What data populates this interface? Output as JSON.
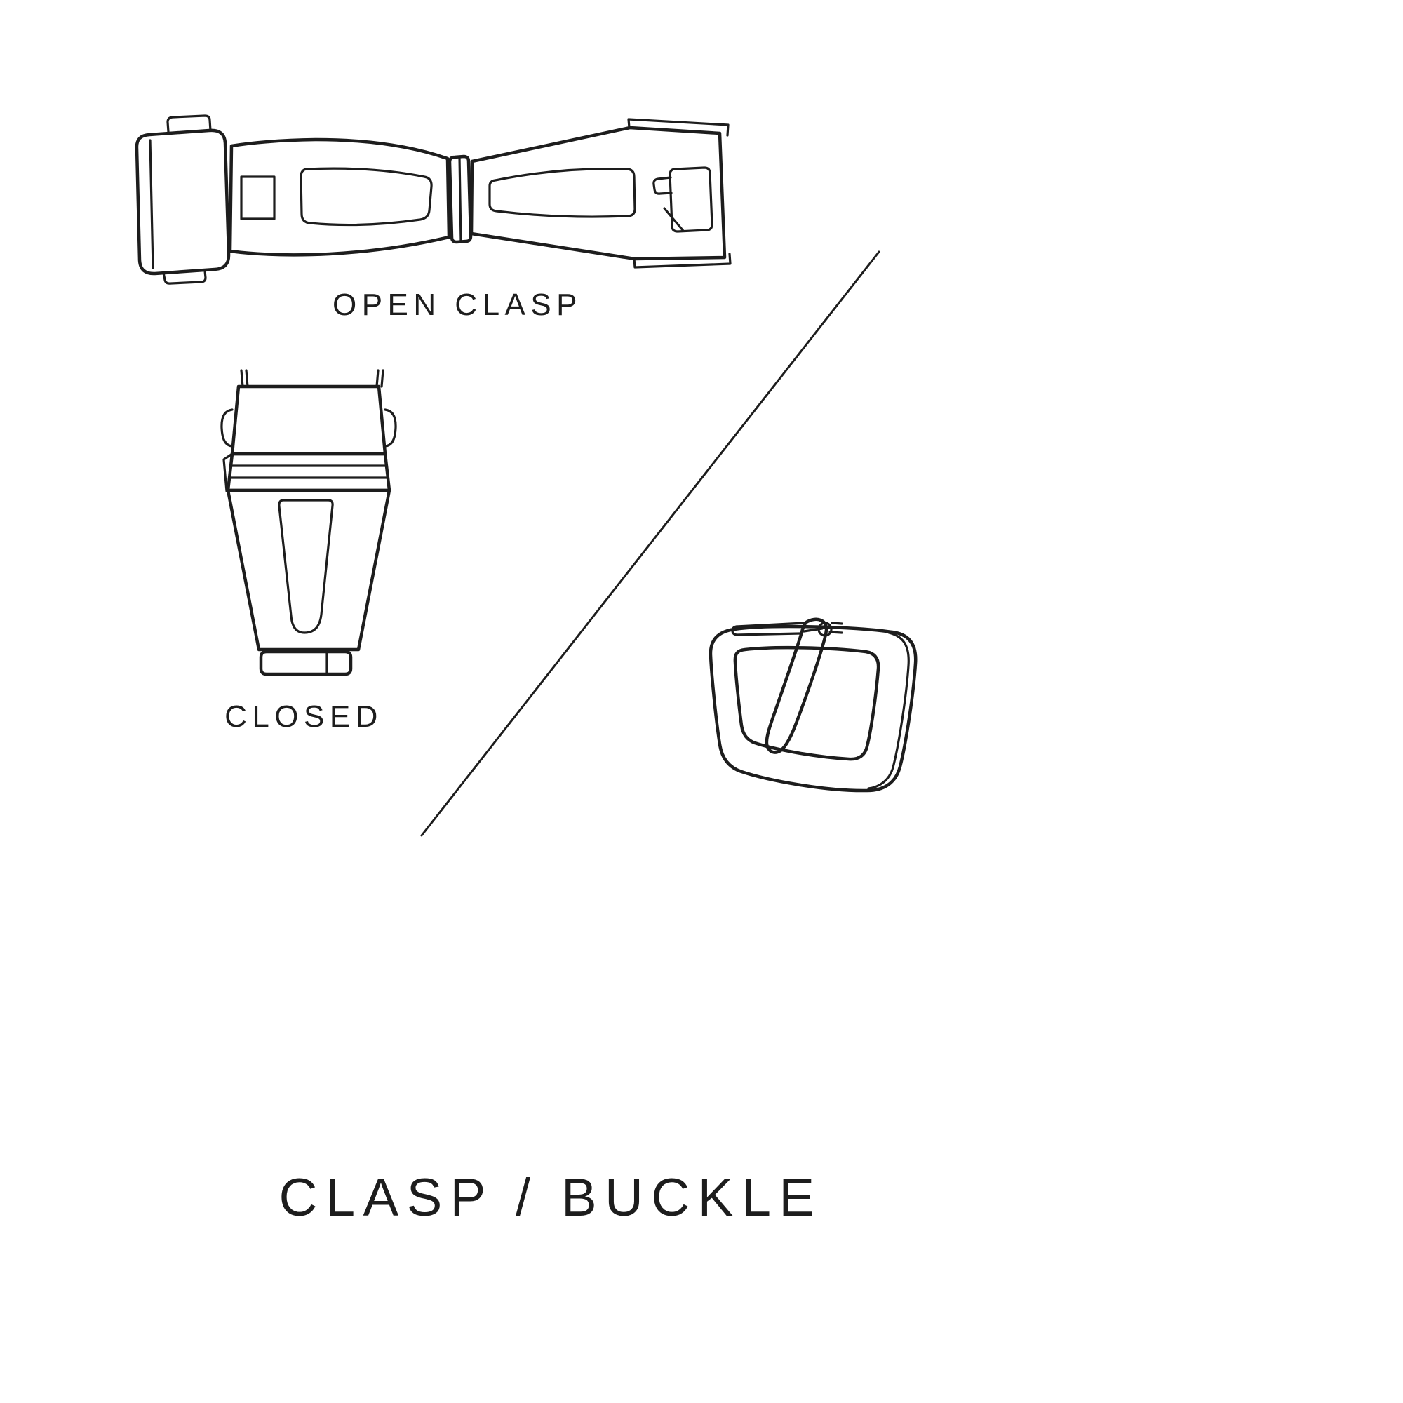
{
  "page": {
    "background_color": "#ffffff",
    "line_color": "#1d1d1d",
    "text_color": "#1d1d1d"
  },
  "diagram": {
    "title": "CLASP / BUCKLE",
    "labels": {
      "open_clasp": "OPEN CLASP",
      "closed": "CLOSED"
    },
    "icons": {
      "open_clasp": "open-clasp-illustration",
      "closed_clasp": "closed-clasp-illustration",
      "buckle": "buckle-illustration",
      "divider": "diagonal-divider-line"
    }
  }
}
